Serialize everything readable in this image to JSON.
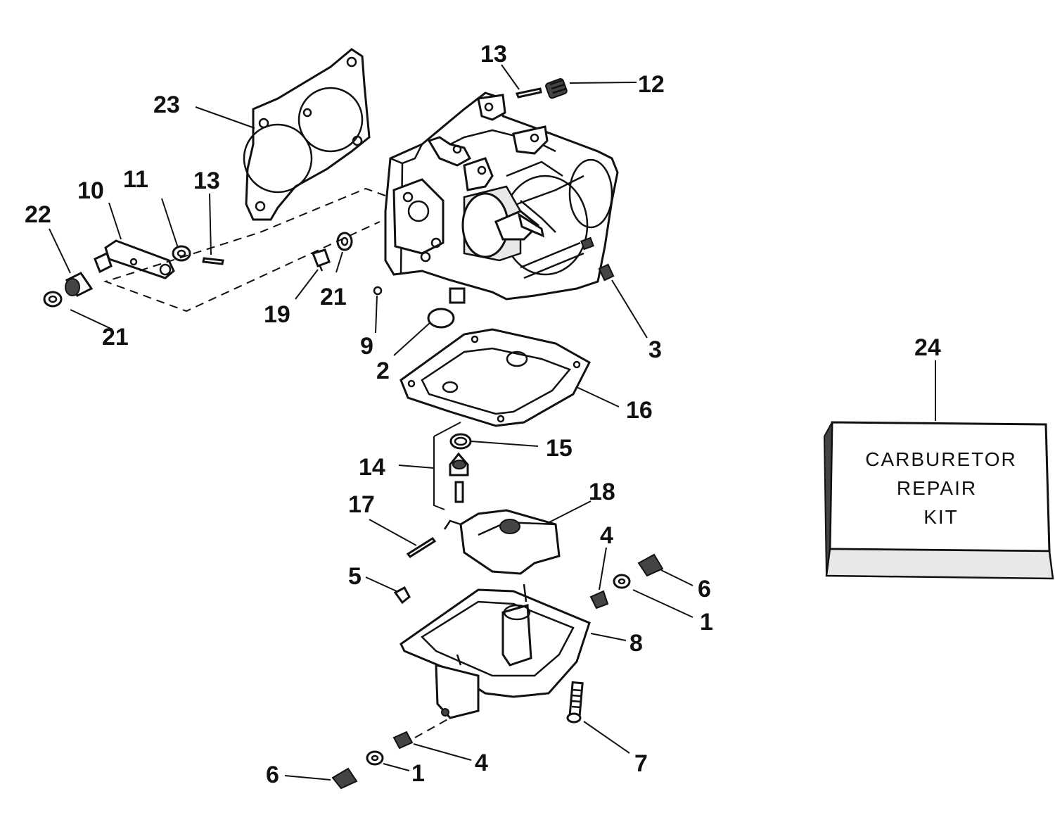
{
  "callouts": {
    "c1a": "1",
    "c1b": "1",
    "c2": "2",
    "c3": "3",
    "c4a": "4",
    "c4b": "4",
    "c5": "5",
    "c6a": "6",
    "c6b": "6",
    "c7": "7",
    "c8": "8",
    "c9": "9",
    "c10": "10",
    "c11": "11",
    "c12": "12",
    "c13a": "13",
    "c13b": "13",
    "c14": "14",
    "c15": "15",
    "c16": "16",
    "c17": "17",
    "c18": "18",
    "c19": "19",
    "c21a": "21",
    "c21b": "21",
    "c22": "22",
    "c23": "23",
    "c24": "24"
  },
  "kit_box": {
    "line1": "CARBURETOR",
    "line2": "REPAIR",
    "line3": "KIT"
  }
}
